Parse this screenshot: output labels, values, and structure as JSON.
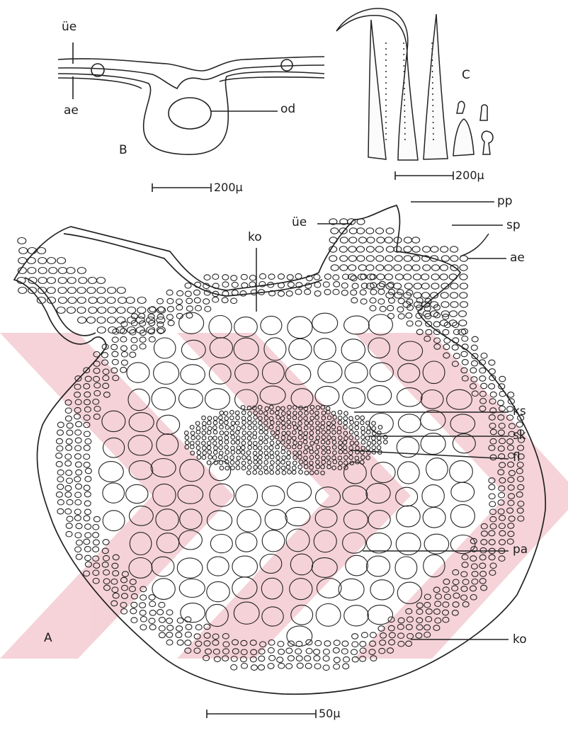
{
  "watermark": {
    "color": "#f2c4cc"
  },
  "panel_b": {
    "letter": "B",
    "labels": {
      "upper_epidermis": "üe",
      "lower_epidermis": "ae",
      "oil_duct": "od"
    },
    "scale_bar": "200µ"
  },
  "panel_c": {
    "letter": "C",
    "scale_bar": "200µ"
  },
  "panel_a": {
    "letter": "A",
    "labels": {
      "pp": "pp",
      "ue": "üe",
      "sp": "sp",
      "ae": "ae",
      "ko_top": "ko",
      "ks": "ks",
      "sk": "sk",
      "fl": "fl",
      "pa": "pa",
      "ko_bottom": "ko"
    },
    "scale_bar": "50µ"
  }
}
